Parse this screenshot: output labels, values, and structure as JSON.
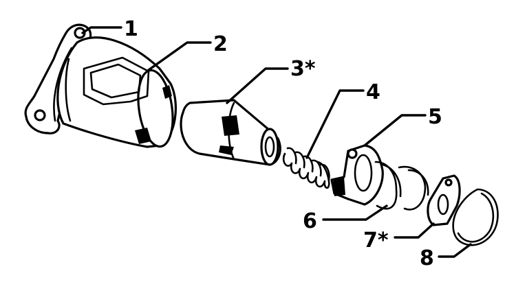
{
  "diagram": {
    "callouts": [
      {
        "id": "1",
        "label": "1"
      },
      {
        "id": "2",
        "label": "2"
      },
      {
        "id": "3",
        "label": "3*"
      },
      {
        "id": "4",
        "label": "4"
      },
      {
        "id": "5",
        "label": "5"
      },
      {
        "id": "6",
        "label": "6"
      },
      {
        "id": "7",
        "label": "7*"
      },
      {
        "id": "8",
        "label": "8"
      }
    ]
  }
}
